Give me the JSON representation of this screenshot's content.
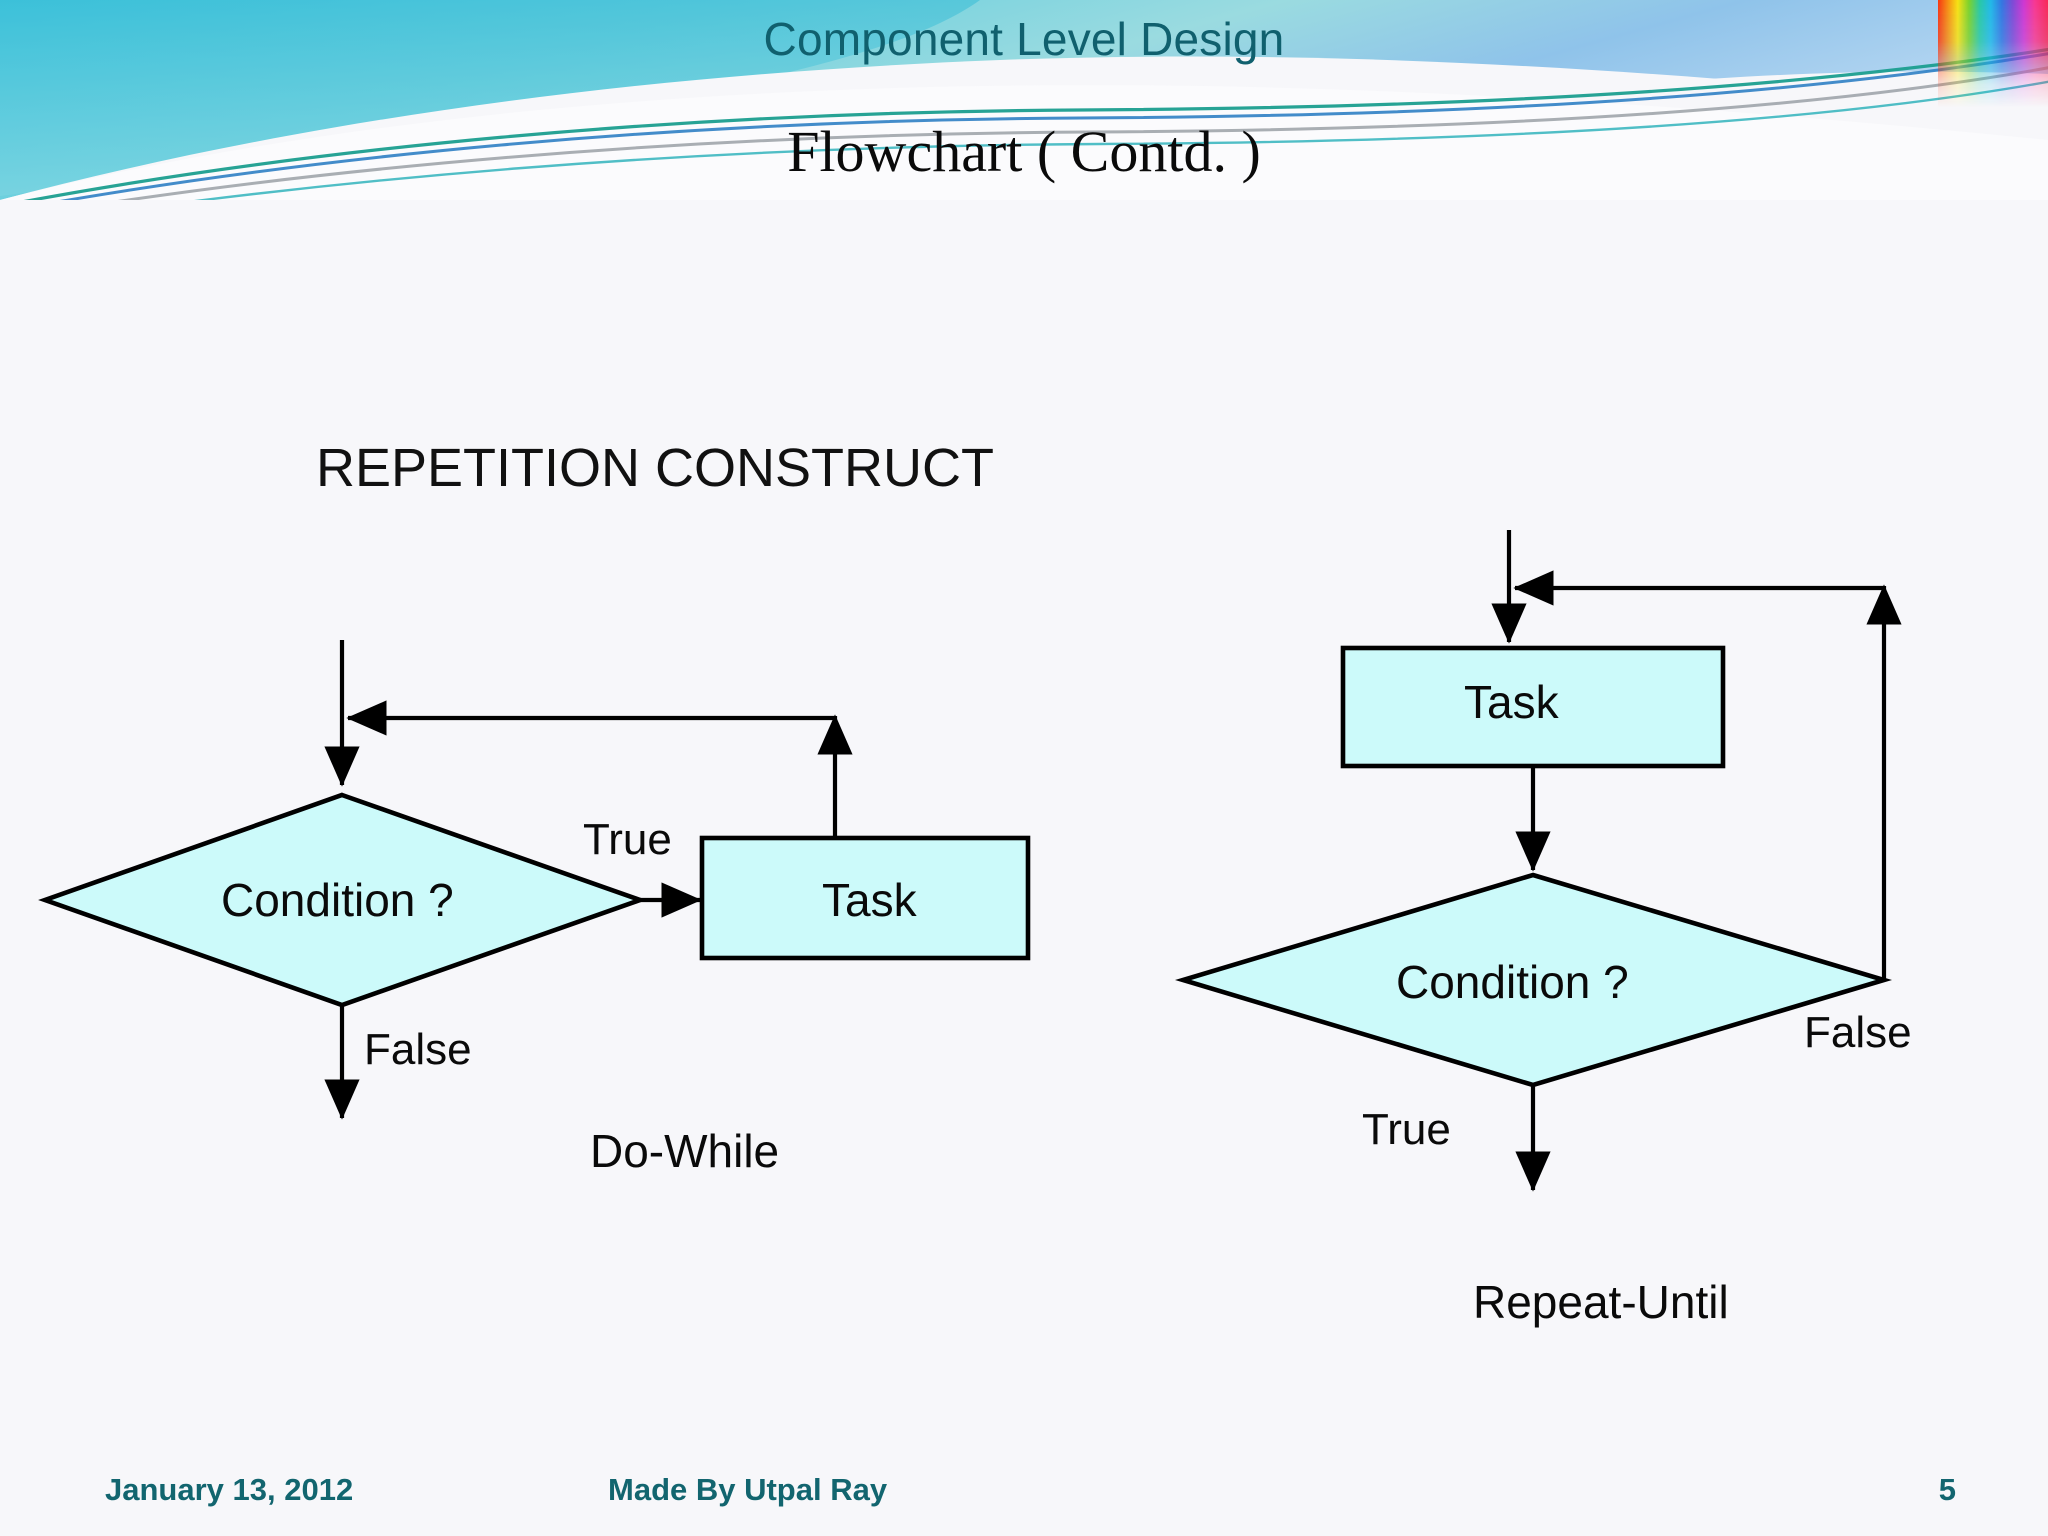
{
  "slide": {
    "header_title": "Component Level Design",
    "subtitle": "Flowchart  ( Contd. )",
    "section_heading": "REPETITION CONSTRUCT"
  },
  "colors": {
    "header_title": "#10606e",
    "shape_fill": "#ccfafa",
    "shape_stroke": "#000000",
    "footer_text": "#12656f",
    "band_cyan": "#4ec8e0",
    "band_blue": "#7fb8e6"
  },
  "diagrams": [
    {
      "id": "do-while",
      "caption": "Do-While",
      "decision": {
        "label": "Condition ?"
      },
      "process": {
        "label": "Task"
      },
      "edges": [
        {
          "label": "True",
          "from": "decision",
          "to": "process"
        },
        {
          "label": "False",
          "from": "decision",
          "to": "exit"
        }
      ]
    },
    {
      "id": "repeat-until",
      "caption": "Repeat-Until",
      "decision": {
        "label": "Condition ?"
      },
      "process": {
        "label": "Task"
      },
      "edges": [
        {
          "label": "False",
          "from": "decision",
          "to": "process"
        },
        {
          "label": "True",
          "from": "decision",
          "to": "exit"
        }
      ]
    }
  ],
  "footer": {
    "date": "January 13, 2012",
    "author": "Made By Utpal Ray",
    "page": "5"
  }
}
